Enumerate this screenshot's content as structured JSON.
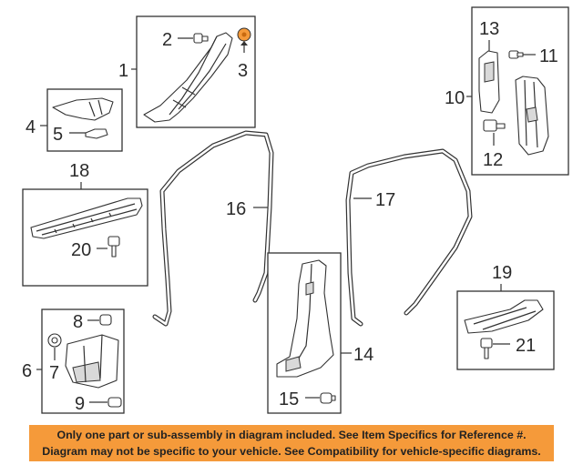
{
  "callouts": [
    "1",
    "2",
    "3",
    "4",
    "5",
    "6",
    "7",
    "8",
    "9",
    "10",
    "11",
    "12",
    "13",
    "14",
    "15",
    "16",
    "17",
    "18",
    "19",
    "20",
    "21"
  ],
  "colors": {
    "highlight": "#f59a3a",
    "banner": "#f59a3a",
    "line": "#333333"
  },
  "disclaimer": {
    "line1": "Only one part or sub-assembly in diagram included. See Item Specifics for Reference #.",
    "line2": "Diagram may not be specific to your vehicle. See Compatibility for vehicle-specific diagrams."
  }
}
